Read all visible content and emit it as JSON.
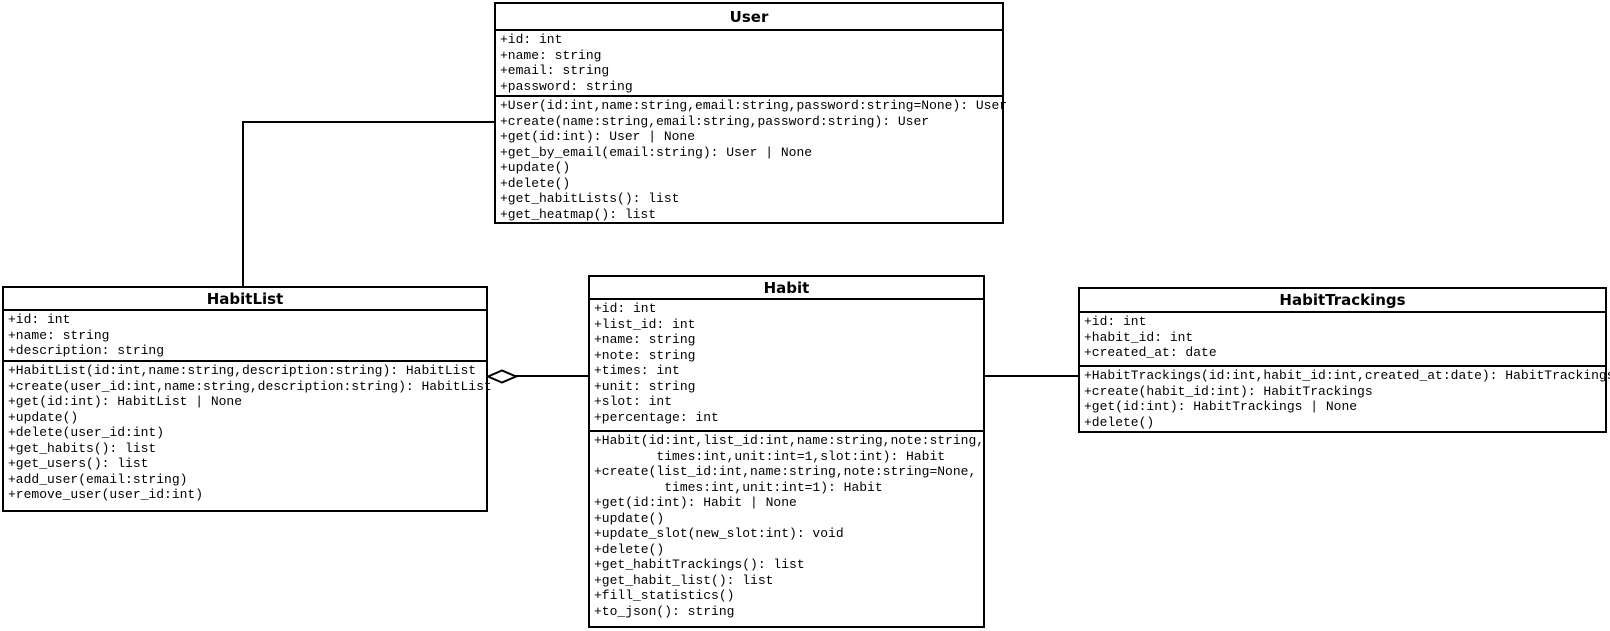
{
  "diagram": {
    "type": "uml-class-diagram",
    "background_color": "#ffffff",
    "line_color": "#000000",
    "classes": [
      {
        "name": "User",
        "attributes": [
          "+id: int",
          "+name: string",
          "+email: string",
          "+password: string"
        ],
        "methods": [
          "+User(id:int,name:string,email:string,password:string=None): User",
          "+create(name:string,email:string,password:string): User",
          "+get(id:int): User | None",
          "+get_by_email(email:string): User | None",
          "+update()",
          "+delete()",
          "+get_habitLists(): list",
          "+get_heatmap(): list"
        ]
      },
      {
        "name": "HabitList",
        "attributes": [
          "+id: int",
          "+name: string",
          "+description: string"
        ],
        "methods": [
          "+HabitList(id:int,name:string,description:string): HabitList",
          "+create(user_id:int,name:string,description:string): HabitList",
          "+get(id:int): HabitList | None",
          "+update()",
          "+delete(user_id:int)",
          "+get_habits(): list",
          "+get_users(): list",
          "+add_user(email:string)",
          "+remove_user(user_id:int)"
        ]
      },
      {
        "name": "Habit",
        "attributes": [
          "+id: int",
          "+list_id: int",
          "+name: string",
          "+note: string",
          "+times: int",
          "+unit: string",
          "+slot: int",
          "+percentage: int"
        ],
        "methods": [
          "+Habit(id:int,list_id:int,name:string,note:string,",
          "        times:int,unit:int=1,slot:int): Habit",
          "+create(list_id:int,name:string,note:string=None,",
          "         times:int,unit:int=1): Habit",
          "+get(id:int): Habit | None",
          "+update()",
          "+update_slot(new_slot:int): void",
          "+delete()",
          "+get_habitTrackings(): list",
          "+get_habit_list(): list",
          "+fill_statistics()",
          "+to_json(): string"
        ]
      },
      {
        "name": "HabitTrackings",
        "attributes": [
          "+id: int",
          "+habit_id: int",
          "+created_at: date"
        ],
        "methods": [
          "+HabitTrackings(id:int,habit_id:int,created_at:date): HabitTrackings",
          "+create(habit_id:int): HabitTrackings",
          "+get(id:int): HabitTrackings | None",
          "+delete()"
        ]
      }
    ],
    "relations": [
      {
        "from": "User",
        "to": "HabitList",
        "type": "association"
      },
      {
        "from": "HabitList",
        "to": "Habit",
        "type": "aggregation",
        "diamond_at": "HabitList"
      },
      {
        "from": "Habit",
        "to": "HabitTrackings",
        "type": "association"
      }
    ]
  }
}
